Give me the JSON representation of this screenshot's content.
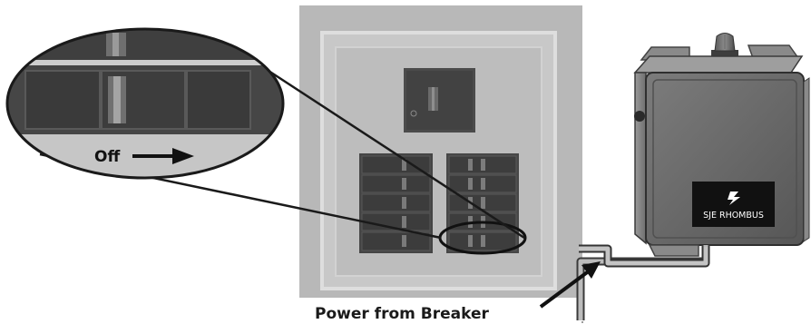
{
  "zoom_label": "Off",
  "brand_label": "SJE RHOMBUS",
  "caption": "Power from Breaker",
  "colors": {
    "panel_background": "#b9b9b9",
    "panel_frame": "#d3d3d3",
    "breaker_dark": "#4a4a4a",
    "enclosure_body": "#6c6c6c",
    "label_plate": "#111111",
    "cable": "#8a8a8a"
  },
  "icons": [
    "rhombus-logo-icon",
    "arrow-right-icon",
    "beacon-light-icon"
  ]
}
